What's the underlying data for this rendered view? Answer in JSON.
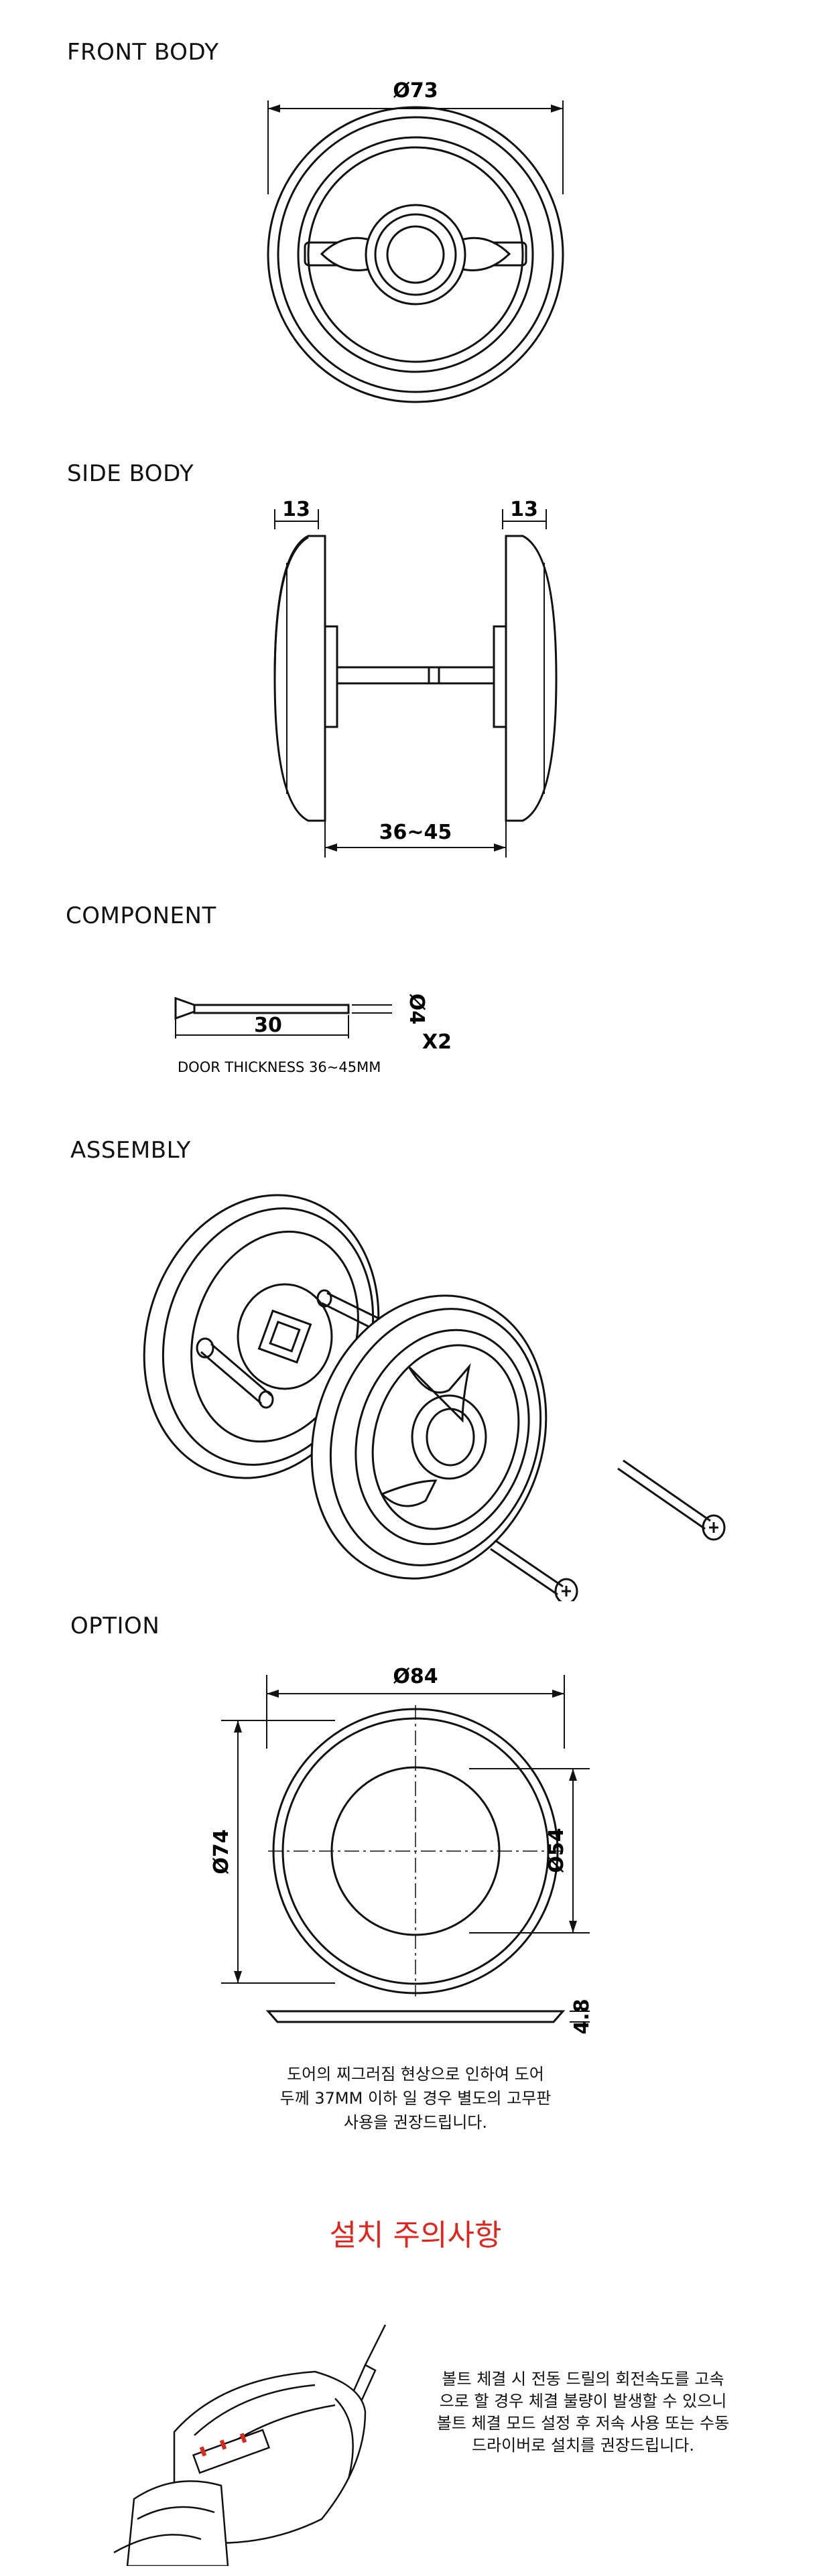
{
  "sections": {
    "front": {
      "title": "FRONT BODY",
      "dim_diameter": "Ø73"
    },
    "side": {
      "title": "SIDE BODY",
      "dim_left": "13",
      "dim_right": "13",
      "dim_span": "36~45"
    },
    "component": {
      "title": "COMPONENT",
      "dim_length": "30",
      "dim_diameter": "Ø4",
      "quantity": "X2",
      "caption": "DOOR THICKNESS 36~45MM"
    },
    "assembly": {
      "title": "ASSEMBLY"
    },
    "option": {
      "title": "OPTION",
      "dim_outer": "Ø84",
      "dim_height": "Ø74",
      "dim_inner": "Ø54",
      "dim_thickness": "4.8",
      "note_lines": [
        "도어의  찌그러짐  현상으로  인하여  도어",
        "두께 37MM 이하 일 경우  별도의 고무판",
        "사용을 권장드립니다."
      ]
    }
  },
  "caution": {
    "title": "설치 주의사항",
    "lines": [
      "볼트 체결 시 전동 드릴의 회전속도를 고속",
      "으로 할 경우 체결 불량이 발생할 수 있으니",
      "볼트 체결 모드 설정 후 저속 사용 또는 수동",
      "드라이버로 설치를 권장드립니다."
    ]
  },
  "colors": {
    "line": "#111111",
    "warning": "#e5231b",
    "drill_red": "#d9281d"
  }
}
